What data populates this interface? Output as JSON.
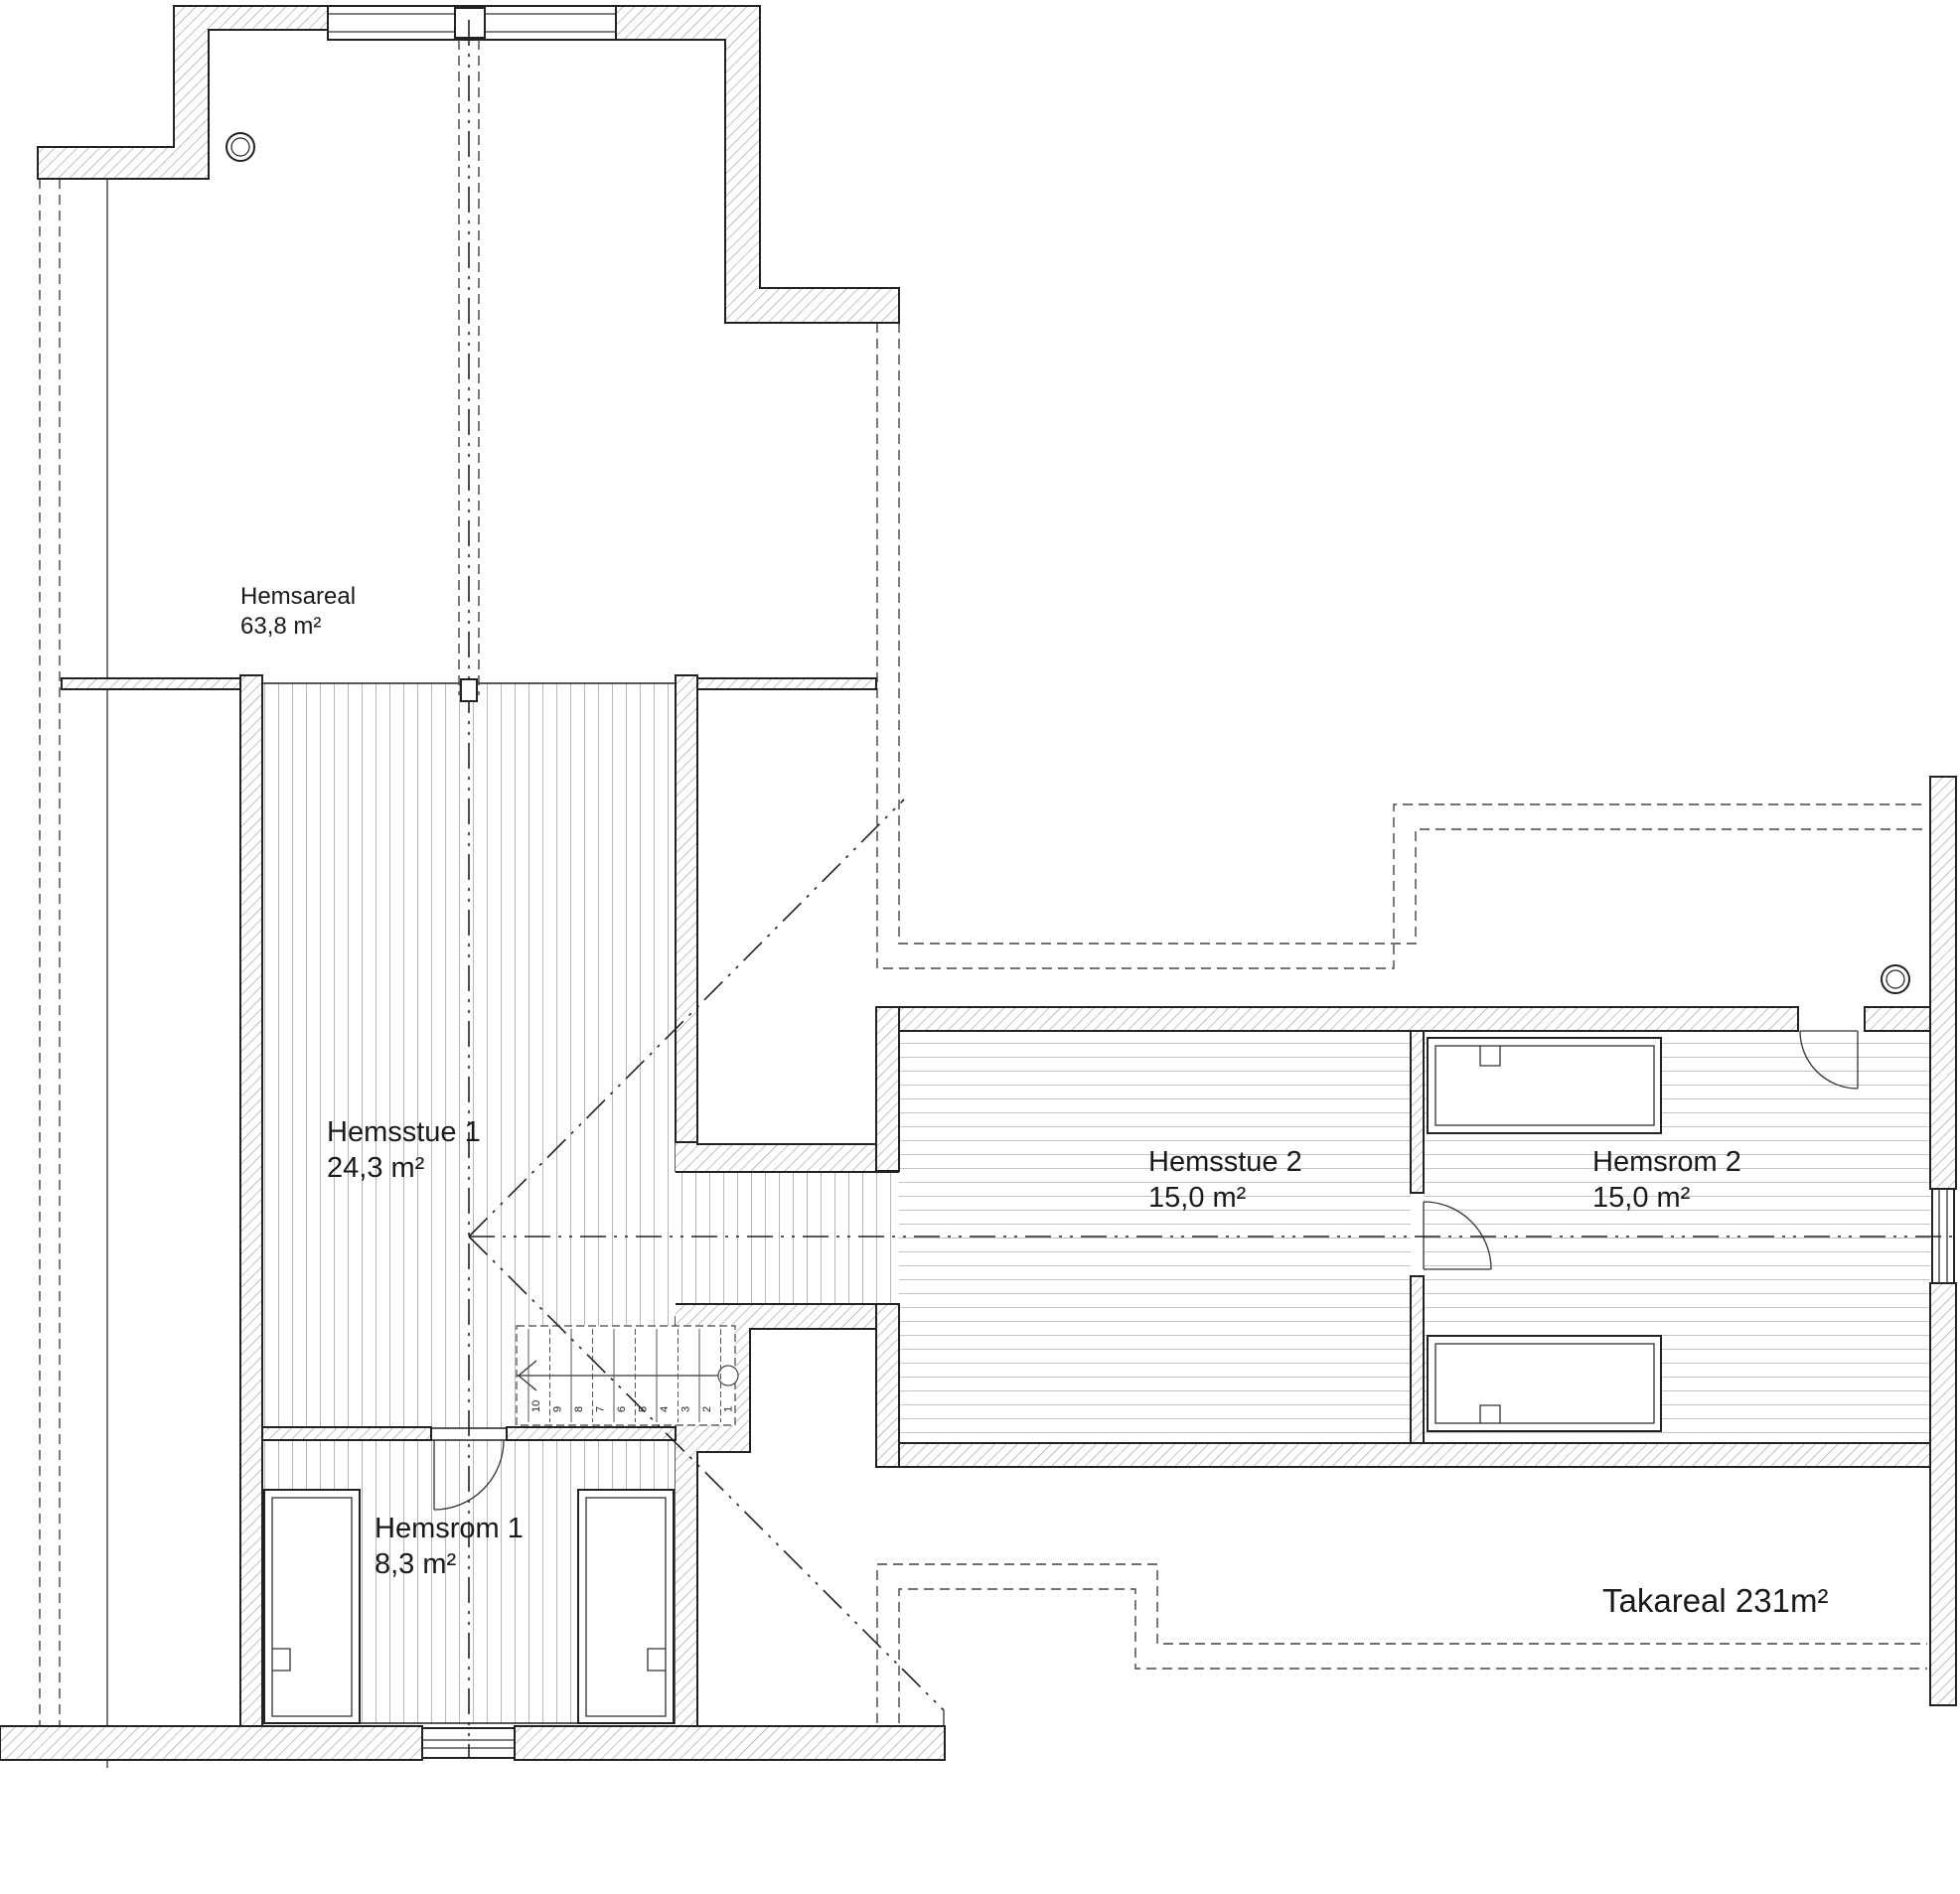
{
  "rooms": {
    "hemsareal": {
      "name": "Hemsareal",
      "area": "63,8 m²"
    },
    "hemsstue1": {
      "name": "Hemsstue 1",
      "area": "24,3 m²"
    },
    "hemsrom1": {
      "name": "Hemsrom 1",
      "area": "8,3 m²"
    },
    "hemsstue2": {
      "name": "Hemsstue 2",
      "area": "15,0 m²"
    },
    "hemsrom2": {
      "name": "Hemsrom 2",
      "area": "15,0 m²"
    }
  },
  "takareal": "Takareal 231m²",
  "stair_steps": [
    "10",
    "9",
    "8",
    "7",
    "6",
    "5",
    "4",
    "3",
    "2",
    "1"
  ],
  "colors": {
    "line": "#222222",
    "hatch": "#9a9a9a",
    "floor": "#bdbdbd"
  }
}
